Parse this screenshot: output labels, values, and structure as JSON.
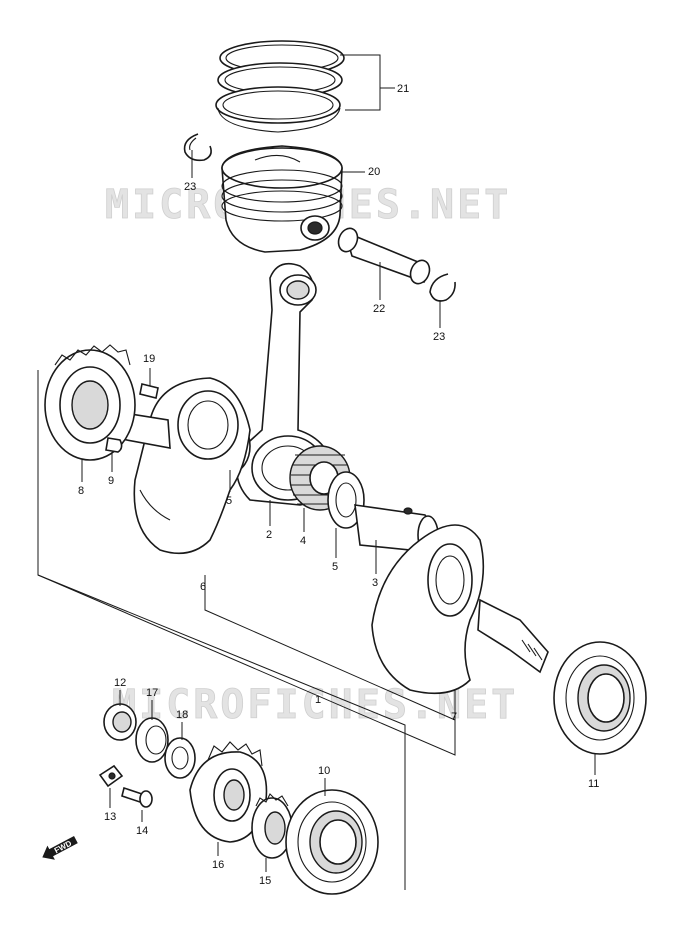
{
  "watermark_top": "MICROFICHES.NET",
  "watermark_bottom": "MICROFICHES.NET",
  "fwd_label": "FWD",
  "callouts": {
    "c1": "1",
    "c2": "2",
    "c3": "3",
    "c4": "4",
    "c5a": "5",
    "c5b": "5",
    "c6": "6",
    "c7": "7",
    "c8": "8",
    "c9": "9",
    "c10": "10",
    "c11": "11",
    "c12": "12",
    "c13": "13",
    "c14": "14",
    "c15": "15",
    "c16": "16",
    "c17": "17",
    "c18": "18",
    "c19": "19",
    "c20": "20",
    "c21": "21",
    "c22": "22",
    "c23a": "23",
    "c23b": "23"
  },
  "colors": {
    "line": "#1a1a1a",
    "watermark": "#e3e3e3",
    "background": "#ffffff"
  }
}
